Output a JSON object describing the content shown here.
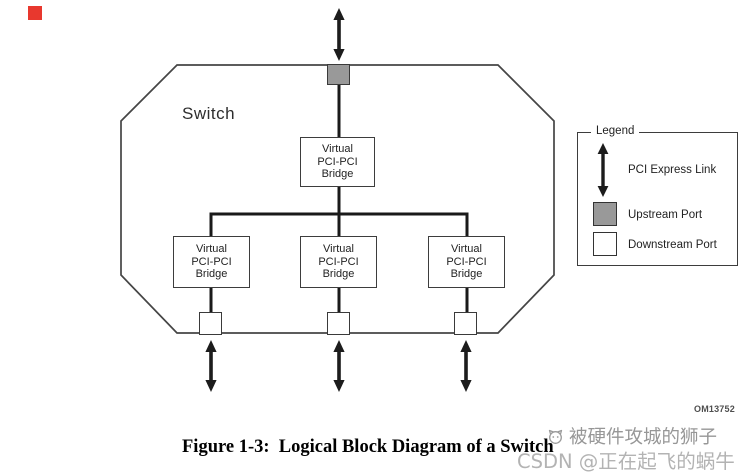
{
  "colors": {
    "upstream_port_fill": "#999999",
    "downstream_port_fill": "#ffffff",
    "line_color": "#1a1a1a",
    "outline_color": "#454545",
    "marker_red": "#e8382e",
    "watermark_gray": "#b3b3b3"
  },
  "diagram": {
    "switch_label": "Switch",
    "bridges": [
      {
        "line1": "Virtual",
        "line2": "PCI-PCI",
        "line3": "Bridge"
      },
      {
        "line1": "Virtual",
        "line2": "PCI-PCI",
        "line3": "Bridge"
      },
      {
        "line1": "Virtual",
        "line2": "PCI-PCI",
        "line3": "Bridge"
      },
      {
        "line1": "Virtual",
        "line2": "PCI-PCI",
        "line3": "Bridge"
      }
    ]
  },
  "legend": {
    "title": "Legend",
    "items": [
      {
        "icon": "pci-express-link-arrow-icon",
        "label": "PCI Express Link"
      },
      {
        "icon": "upstream-port-swatch",
        "label": "Upstream Port"
      },
      {
        "icon": "downstream-port-swatch",
        "label": "Downstream Port"
      }
    ]
  },
  "figure": {
    "om_code": "OM13752",
    "caption": "Figure 1-3:  Logical Block Diagram of a Switch"
  },
  "watermark": {
    "line1": "被硬件攻城的狮子",
    "line2": "CSDN @正在起飞的蜗牛"
  }
}
